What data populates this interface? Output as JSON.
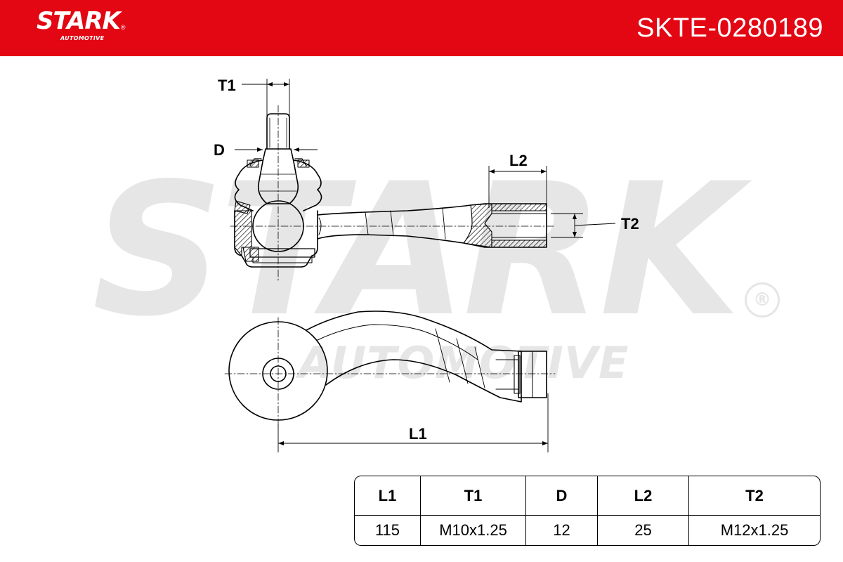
{
  "brand": {
    "name": "STARK",
    "registered": "®",
    "subtitle": "AUTOMOTIVE",
    "color": "#e30613"
  },
  "part_number": "SKTE-0280189",
  "watermark": {
    "text": "STARK",
    "subtitle": "AUTOMOTIVE",
    "registered": "®"
  },
  "dimension_labels": {
    "t1": "T1",
    "d": "D",
    "l2": "L2",
    "t2": "T2",
    "l1": "L1"
  },
  "spec_table": {
    "headers": [
      "L1",
      "T1",
      "D",
      "L2",
      "T2"
    ],
    "values": [
      "115",
      "M10x1.25",
      "12",
      "25",
      "M12x1.25"
    ]
  }
}
